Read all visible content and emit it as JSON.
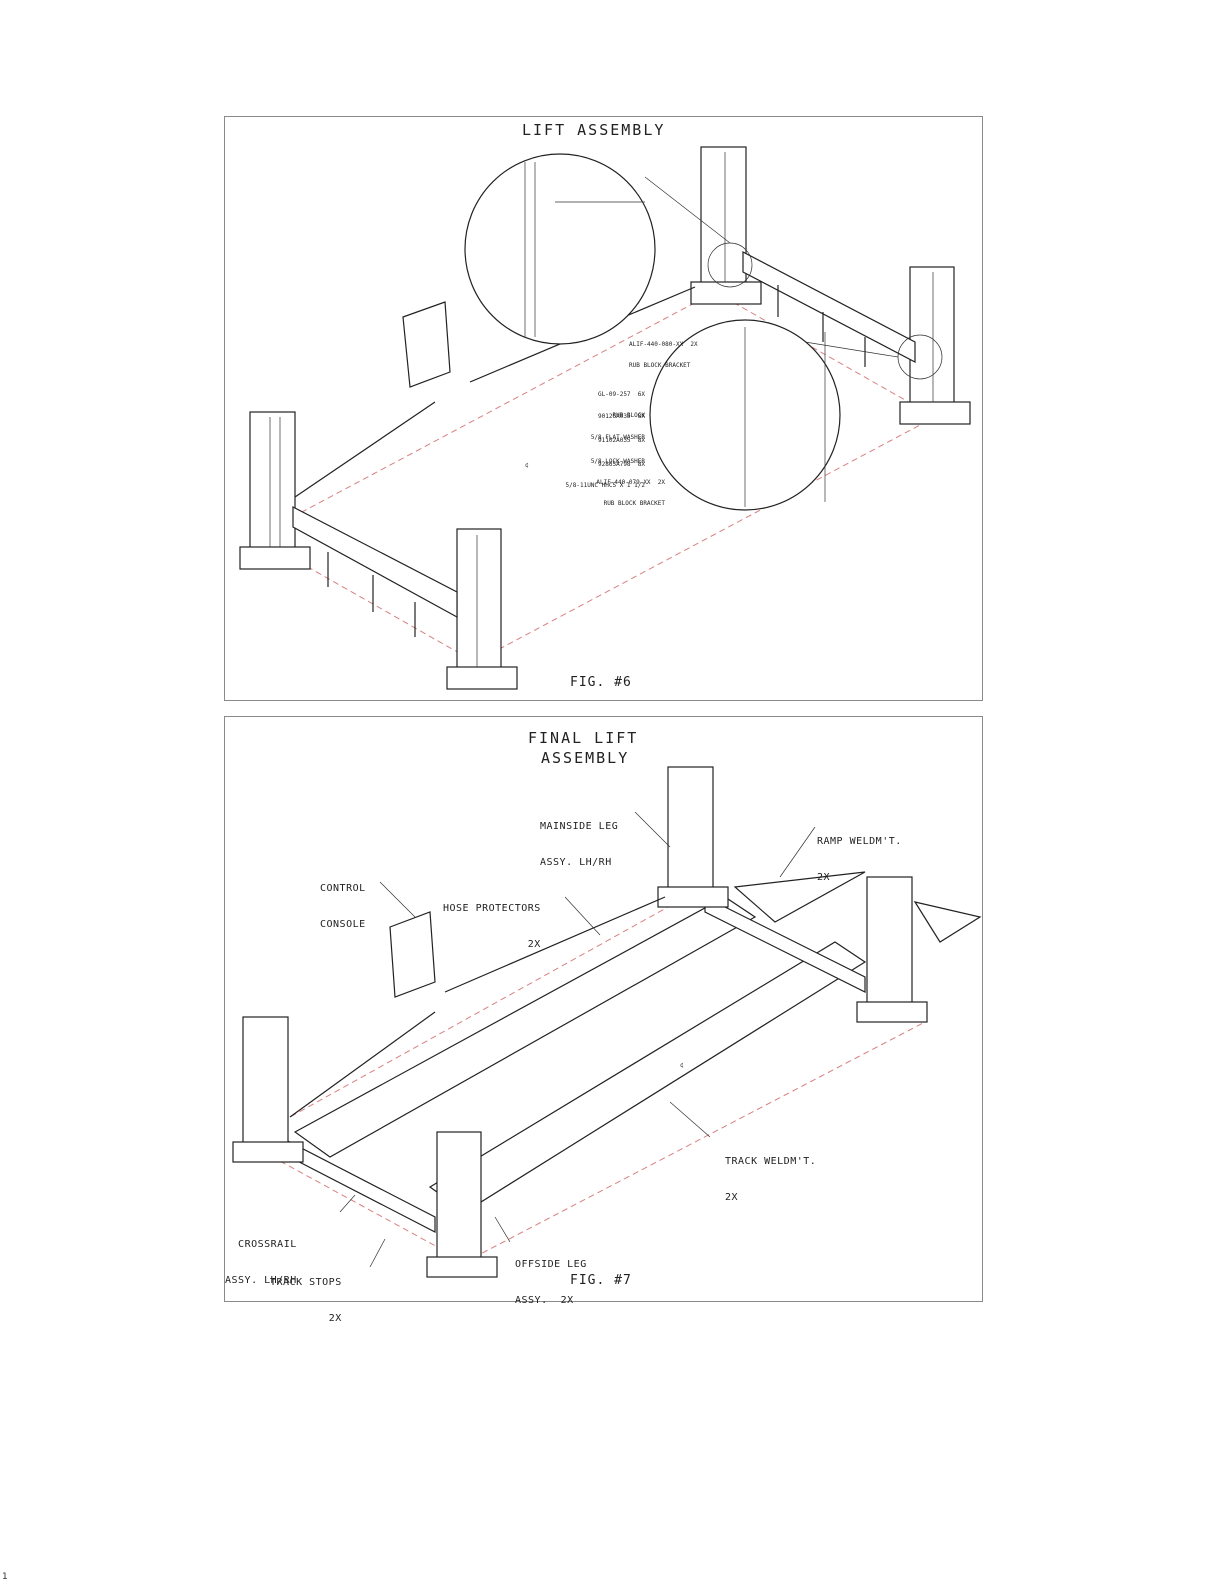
{
  "fig6": {
    "title": "LIFT ASSEMBLY",
    "caption": "FIG. #6",
    "callout_top": {
      "line1": "ALIF-440-080-XX  2X",
      "line2": "RUB BLOCK BRACKET"
    },
    "callouts_detail": [
      {
        "line1": "GL-09-257  6X",
        "line2": "RUB BLOCK"
      },
      {
        "line1": "90126A035  8X",
        "line2": "5/8 FLAT WASHER"
      },
      {
        "line1": "91102A035  8X",
        "line2": "5/8 LOCK WASHER"
      },
      {
        "line1": "92865A798  8X",
        "line2": "5/8-11UNC HHCS X 1 1/2"
      },
      {
        "line1": "ALIF-440-079-XX  2X",
        "line2": "RUB BLOCK BRACKET"
      }
    ],
    "center_mark": "¢"
  },
  "fig7": {
    "title_line1": "FINAL LIFT",
    "title_line2": "ASSEMBLY",
    "caption": "FIG. #7",
    "labels": {
      "mainside_leg": {
        "line1": "MAINSIDE LEG",
        "line2": "ASSY. LH/RH"
      },
      "ramp": {
        "line1": "RAMP WELDM'T.",
        "line2": "2X"
      },
      "control_console": {
        "line1": "CONTROL",
        "line2": "CONSOLE"
      },
      "hose_protectors": {
        "line1": "HOSE PROTECTORS",
        "line2": "2X"
      },
      "track": {
        "line1": "TRACK WELDM'T.",
        "line2": "2X"
      },
      "crossrail": {
        "line1": "CROSSRAIL",
        "line2": "ASSY. LH/RH"
      },
      "offside_leg": {
        "line1": "OFFSIDE LEG",
        "line2": "ASSY.  2X"
      },
      "track_stops": {
        "line1": "TRACK STOPS",
        "line2": "2X"
      }
    },
    "center_mark": "¢"
  },
  "colors": {
    "line": "#222222",
    "dashed_outline": "#d98080",
    "frame_border": "#8a8a8a"
  },
  "footer_mark": "1"
}
